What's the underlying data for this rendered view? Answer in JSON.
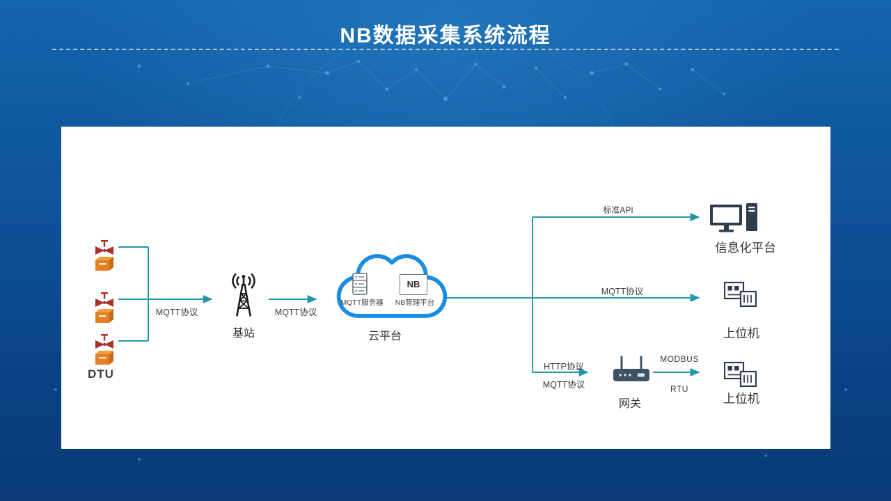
{
  "slide": {
    "title": "NB数据采集系统流程"
  },
  "colors": {
    "background_top": "#1365ac",
    "background_bottom": "#0a3a78",
    "connector": "#2596a9",
    "cloud_outline": "#1b8de0",
    "dtu_valve": "#a93226",
    "dtu_crate": "#e67e22",
    "device_dark": "#2e3d4d",
    "label_text": "#3a3a3a"
  },
  "icons": {
    "dtu_device": "valve-on-crate-icon",
    "station": "antenna-tower-icon",
    "cloud": "cloud-outline-icon",
    "mqtt_server": "server-rack-icon",
    "info_platform": "desktop-computer-icon",
    "host": "plc-modules-icon",
    "gateway": "wireless-router-icon"
  },
  "nodes": {
    "dtu": {
      "label": "DTU"
    },
    "station": {
      "label": "基站"
    },
    "cloud": {
      "label": "云平台",
      "server_label": "MQTT服务器",
      "nb_badge": "NB",
      "platform_label": "NB管理平台"
    },
    "info_platform": {
      "label": "信息化平台"
    },
    "host_mid": {
      "label": "上位机"
    },
    "gateway": {
      "label": "网关"
    },
    "host_bottom": {
      "label": "上位机"
    }
  },
  "edges": {
    "dtu_to_station": {
      "label": "MQTT协议"
    },
    "station_to_cloud": {
      "label": "MQTT协议"
    },
    "cloud_to_info": {
      "label": "标准API"
    },
    "cloud_to_host": {
      "label": "MQTT协议"
    },
    "cloud_to_gateway": {
      "label_top": "HTTP协议",
      "label_bottom": "MQTT协议"
    },
    "gateway_to_host": {
      "label_top": "MODBUS",
      "label_bottom": "RTU"
    }
  }
}
